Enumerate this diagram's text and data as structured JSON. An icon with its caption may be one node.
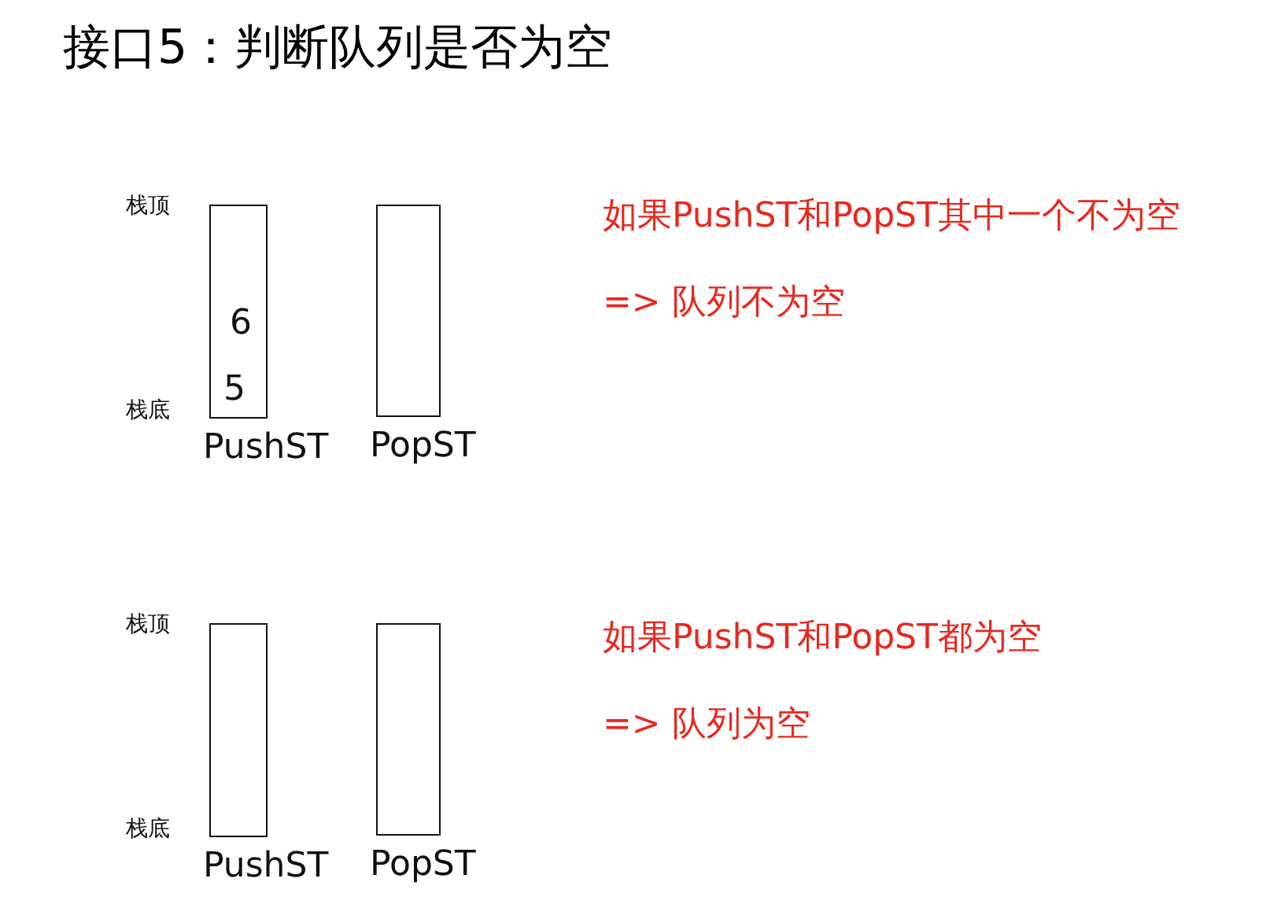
{
  "diagram": {
    "title": "接口5：判断队列是否为空",
    "nodes": [
      {
        "text": [
          "PushST"
        ],
        "beside": [
          "栈顶",
          "栈底"
        ]
      },
      {
        "text": [
          "6"
        ],
        "in": 0
      },
      {
        "text": [
          "5"
        ],
        "in": 0
      },
      {
        "text": [
          "PopST"
        ]
      },
      {
        "text": [
          "PushST"
        ],
        "beside": [
          "栈顶",
          "栈底"
        ]
      },
      {
        "text": [
          "PopST"
        ]
      }
    ],
    "edges": [],
    "labels": [
      "如果PushST和PopST其中一个不为空",
      "=> 队列不为空",
      "如果PushST和PopST都为空",
      "=> 队列为空"
    ]
  }
}
